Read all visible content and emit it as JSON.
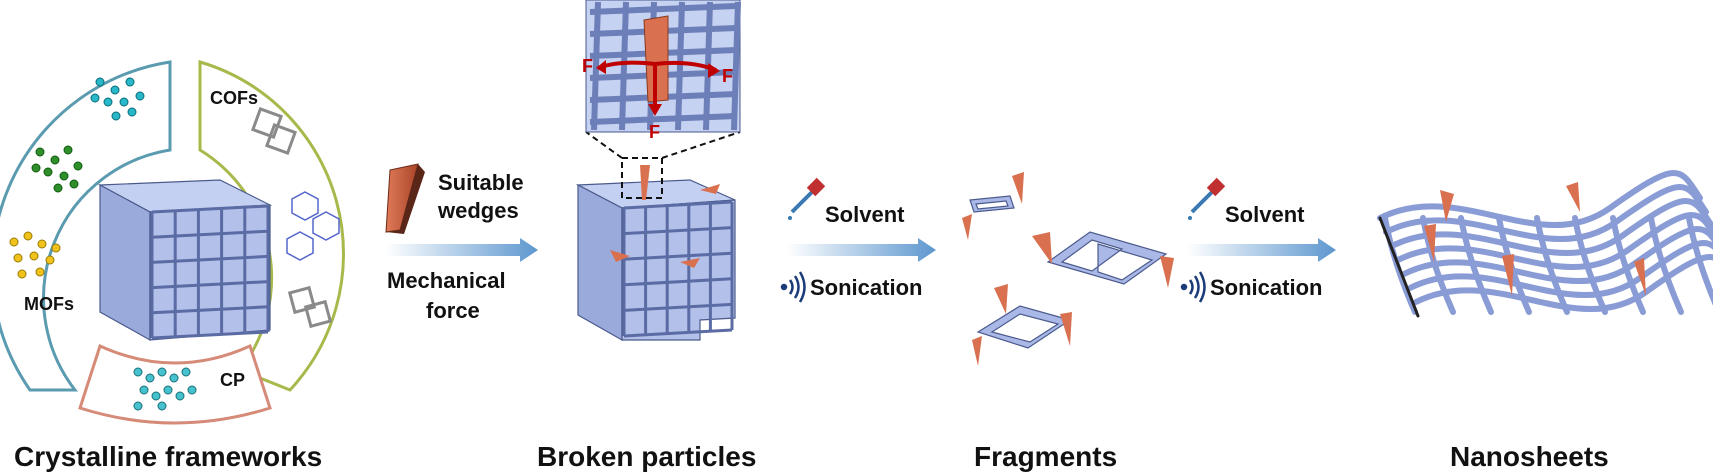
{
  "ring_labels": {
    "mofs": "MOFs",
    "cofs": "COFs",
    "cp": "CP"
  },
  "stage_labels": {
    "frameworks": "Crystalline frameworks",
    "broken": "Broken particles",
    "fragments": "Fragments",
    "nanosheets": "Nanosheets"
  },
  "step1": {
    "wedge_line1": "Suitable",
    "wedge_line2": "wedges",
    "force_line1": "Mechanical",
    "force_line2": "force"
  },
  "step2": {
    "solvent": "Solvent",
    "sonication": "Sonication"
  },
  "step3": {
    "solvent": "Solvent",
    "sonication": "Sonication"
  },
  "zoom": {
    "force_left": "F",
    "force_right": "F",
    "force_down": "F"
  },
  "colors": {
    "framework": "#a9b8e6",
    "framework_edge": "#4a5a8c",
    "wedge": "#d9704f",
    "wedge_dark": "#5a2618",
    "arrow": "#6fa3d3",
    "force": "#c00000",
    "mof_ring": "#5a9bb0",
    "cof_ring": "#a8b84a",
    "cp_ring": "#d68a78"
  }
}
